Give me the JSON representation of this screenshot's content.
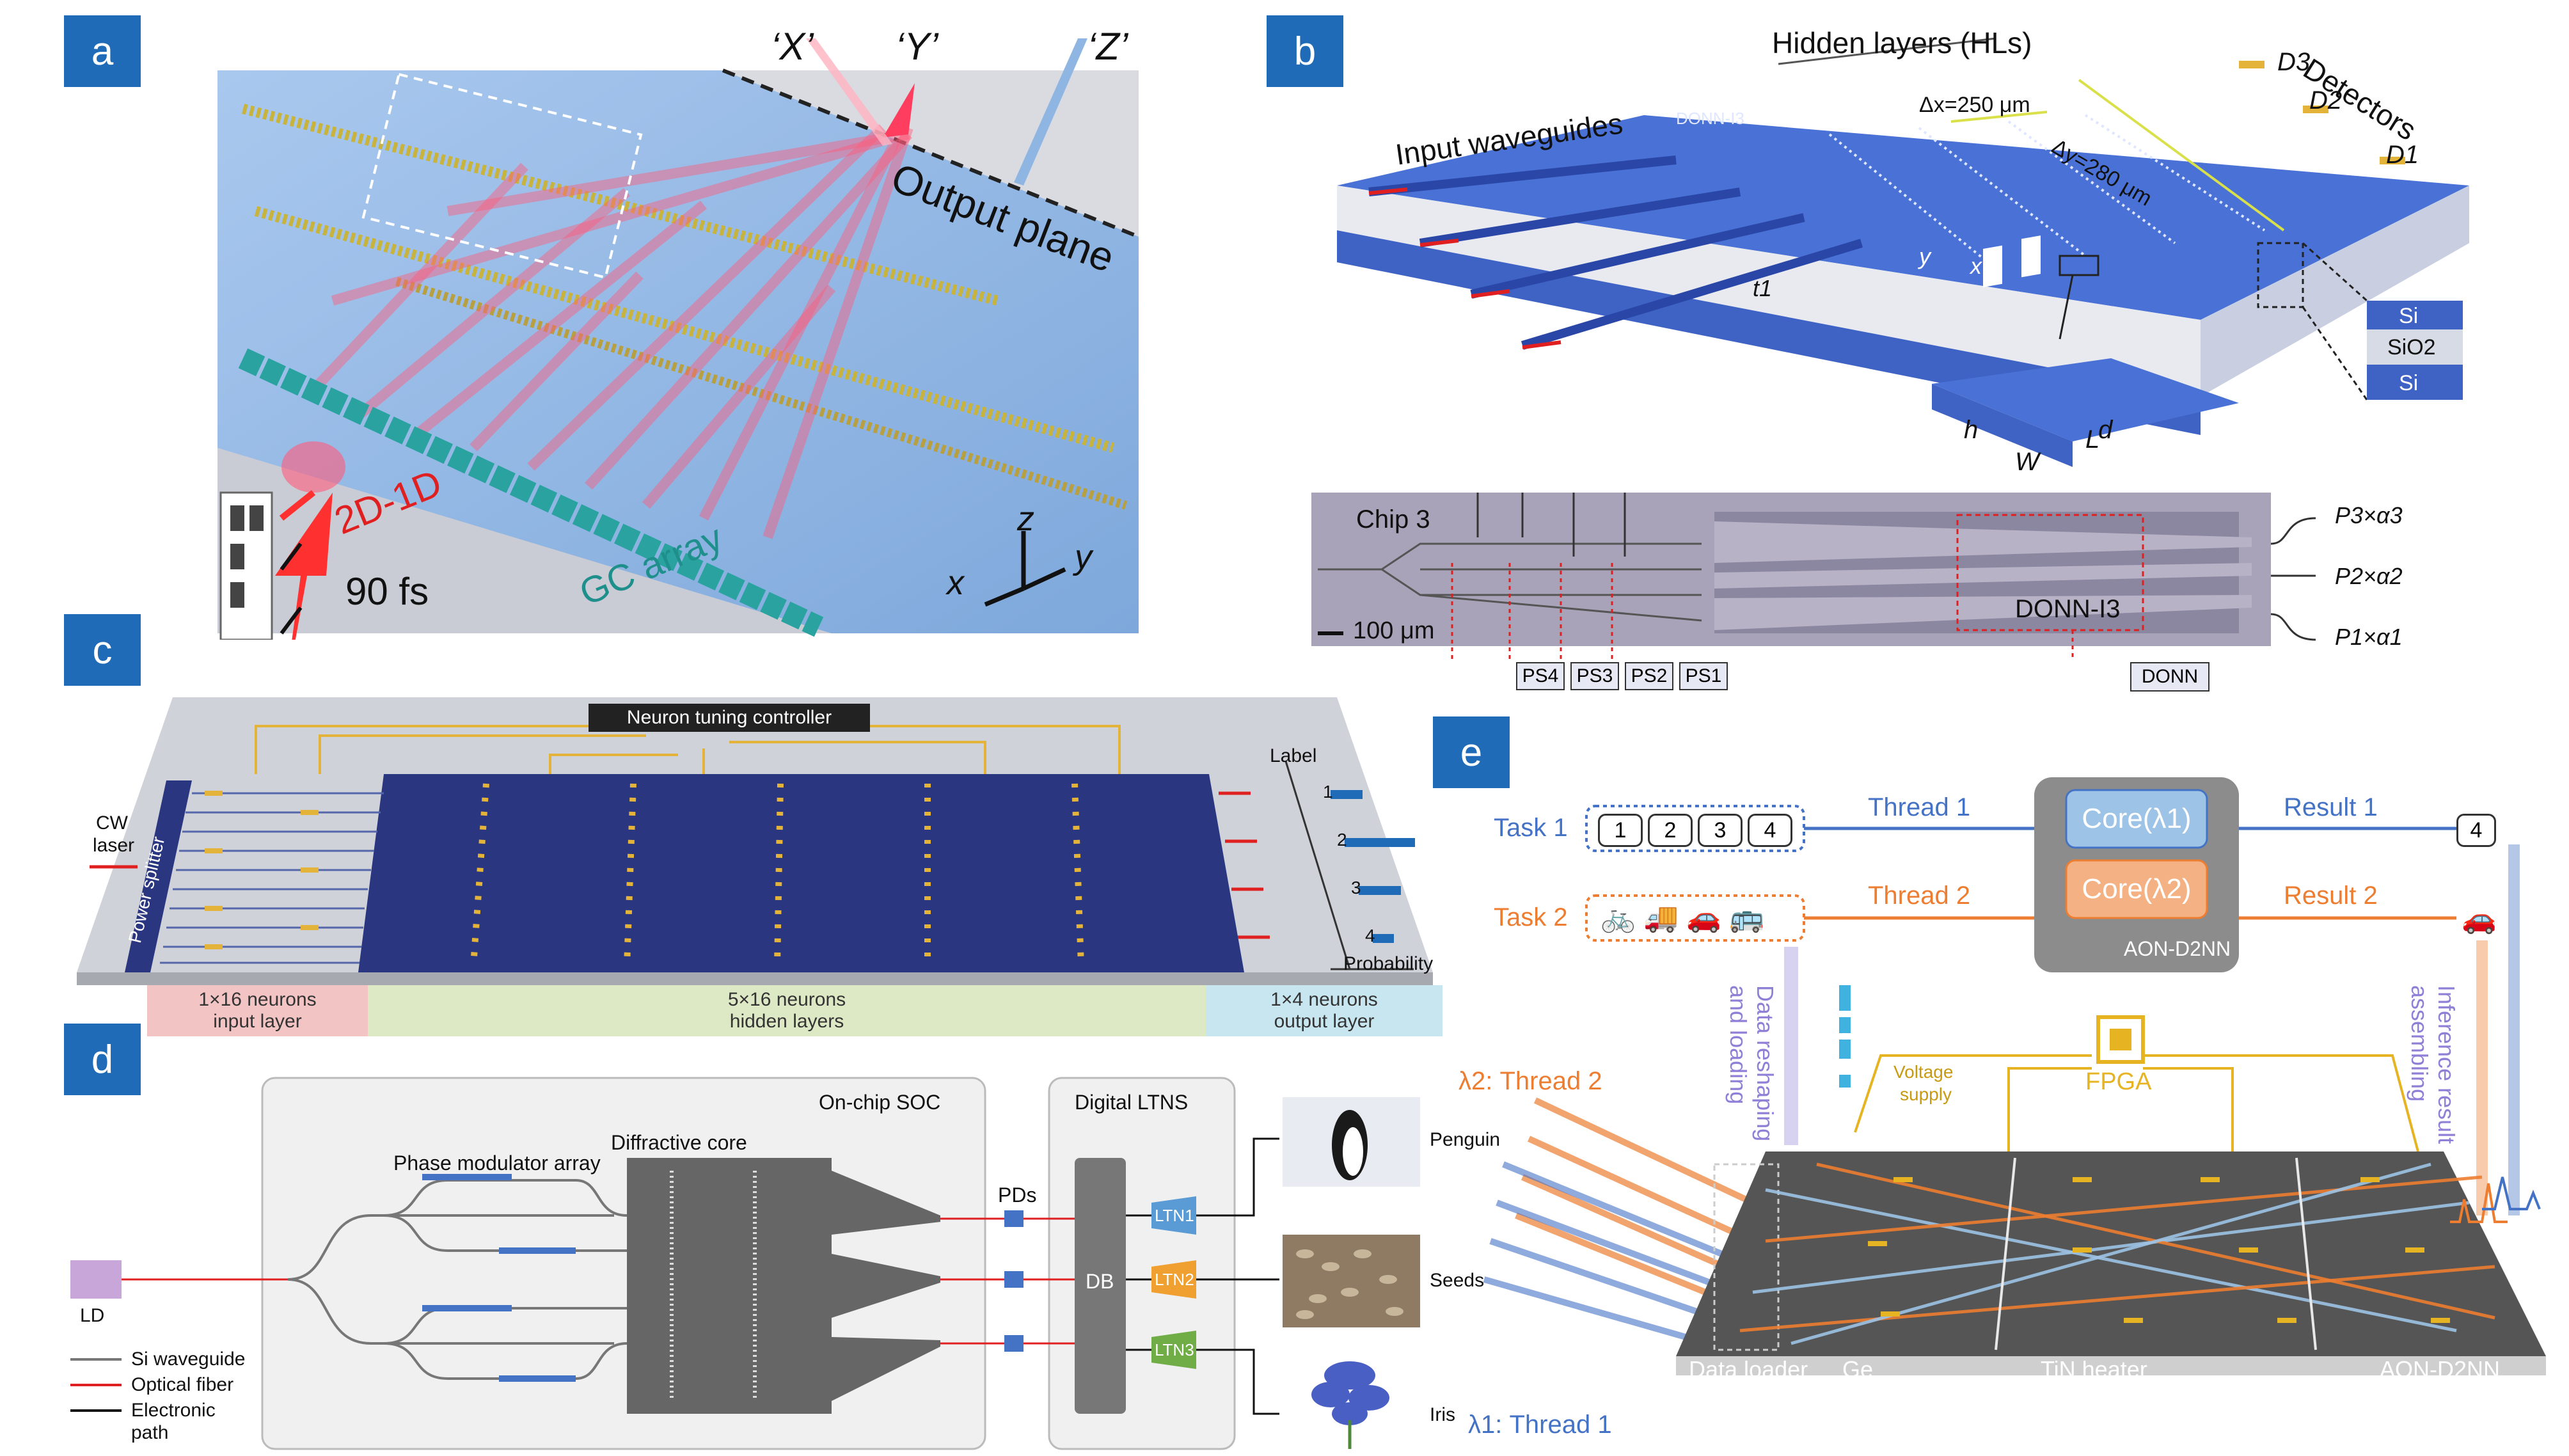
{
  "panel_a": {
    "badge": "a",
    "label_x": "‘X’",
    "label_y": "‘Y’",
    "label_z": "‘Z’",
    "output_plane": "Output plane",
    "pulse_label": "2D-1D",
    "pulse_duration": "90 fs",
    "gc_array": "GC array",
    "axis_x": "x",
    "axis_y": "y",
    "axis_z": "z",
    "colors": {
      "background": "#8fb6e3",
      "beam": "#ff5a7a",
      "elements": "#c8b43c",
      "gc": "#2aa3a0"
    }
  },
  "panel_b": {
    "badge": "b",
    "hidden_layers": "Hidden layers (HLs)",
    "detectors": "Detectors",
    "d3": "D3",
    "d2": "D2",
    "d1": "D1",
    "input_waveguides": "Input waveguides",
    "donn_label": "DONN-I3",
    "dx": "Δx=250 μm",
    "dy": "Δy=280 μm",
    "axis_y": "y",
    "axis_x": "x",
    "t1": "t1",
    "layer_si_top": "Si",
    "layer_sio2": "SiO2",
    "layer_si_bottom": "Si",
    "dim_d": "d",
    "dim_h": "h",
    "dim_l": "L",
    "dim_w": "W",
    "chip_label": "Chip 3",
    "scale_bar": "100 μm",
    "chip_donn": "DONN-I3",
    "p3": "P3×α3",
    "p2": "P2×α2",
    "p1": "P1×α1",
    "ps_labels": [
      "PS4",
      "PS3",
      "PS2",
      "PS1"
    ],
    "donn_box": "DONN",
    "colors": {
      "chip": "#3f63c4",
      "chip_side": "#e8eaf0",
      "micro": "#a8a3b8"
    }
  },
  "panel_c": {
    "badge": "c",
    "controller": "Neuron tuning controller",
    "cw_laser_1": "CW",
    "cw_laser_2": "laser",
    "power_splitter": "Power splitter",
    "label_axis": "Label",
    "probability_axis": "Probability",
    "labels": [
      "1",
      "2",
      "3",
      "4"
    ],
    "probabilities": [
      0.45,
      1.0,
      0.6,
      0.3
    ],
    "input_layer_1": "1×16 neurons",
    "input_layer_2": "input layer",
    "hidden_layer_1": "5×16 neurons",
    "hidden_layer_2": "hidden layers",
    "output_layer_1": "1×4 neurons",
    "output_layer_2": "output layer",
    "colors": {
      "chip": "#2b3680",
      "heater": "#e4b43a",
      "input_band": "#f2c4c4",
      "hidden_band": "#dde9c4",
      "output_band": "#c8e6f0"
    }
  },
  "panel_d": {
    "badge": "d",
    "soc": "On-chip SOC",
    "phase_modulator": "Phase modulator array",
    "diffractive_core": "Diffractive core",
    "pds": "PDs",
    "digital": "Digital LTNS",
    "db": "DB",
    "ltn1": "LTN1",
    "ltn2": "LTN2",
    "ltn3": "LTN3",
    "ld": "LD",
    "legend_waveguide": "Si waveguide",
    "legend_fiber": "Optical fiber",
    "legend_electronic_1": "Electronic",
    "legend_electronic_2": "path",
    "out_penguin": "Penguin",
    "out_seeds": "Seeds",
    "out_iris": "Iris",
    "colors": {
      "ltn1": "#5b9bd5",
      "ltn2": "#f0a030",
      "ltn3": "#70ad47",
      "core": "#666666"
    }
  },
  "panel_e": {
    "badge": "e",
    "task1": "Task 1",
    "task2": "Task 2",
    "task1_items": [
      "1",
      "2",
      "3",
      "4"
    ],
    "thread1": "Thread 1",
    "thread2": "Thread 2",
    "core1": "Core(λ1)",
    "core2": "Core(λ2)",
    "result1": "Result 1",
    "result2": "Result 2",
    "result1_value": "4",
    "aon_box": "AON-D2NN",
    "data_reshaping_1": "Data reshaping",
    "data_reshaping_2": "and loading",
    "inference_1": "Inference result",
    "inference_2": "assembling",
    "fpga": "FPGA",
    "voltage_1": "Voltage",
    "voltage_2": "supply",
    "lambda2_thread": "λ2: Thread 2",
    "lambda1_thread": "λ1: Thread 1",
    "data_loader": "Data loader",
    "ge": "Ge",
    "tin_heater": "TiN heater",
    "aon_chip": "AON-D2NN",
    "colors": {
      "thread1": "#4472c4",
      "thread2": "#ed7d31",
      "core1": "#9dc3e6",
      "core2": "#f4b183",
      "fpga": "#e6b422",
      "reshaping": "#8f7fd6"
    }
  }
}
